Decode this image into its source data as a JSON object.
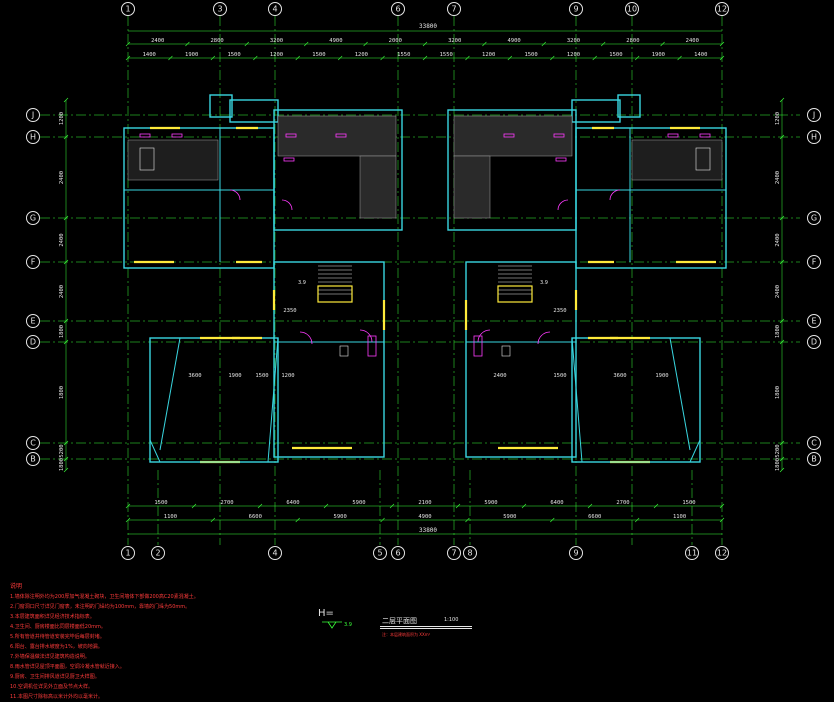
{
  "drawing": {
    "colors": {
      "background": "#000000",
      "axis_line": "#39ff39",
      "wall": "#39d6e0",
      "wall_inner": "#00bcd4",
      "window": "#ffeb3b",
      "door": "#ff3bff",
      "dimension": "#39ff39",
      "text": "#e6e6e6",
      "note": "#ff3b3b",
      "hatch": "#a0a0a0"
    },
    "overall_dimension": "33800",
    "axes_top": [
      "1",
      "3",
      "4",
      "6",
      "7",
      "9",
      "10",
      "12"
    ],
    "axes_bottom": [
      "1",
      "2",
      "4",
      "5",
      "6",
      "7",
      "8",
      "9",
      "11",
      "12"
    ],
    "axes_left": [
      "J",
      "H",
      "G",
      "F",
      "E",
      "D",
      "C",
      "B"
    ],
    "axes_right": [
      "J",
      "H",
      "G",
      "F",
      "E",
      "D",
      "C",
      "B"
    ],
    "dims_top_row1": [
      "2400",
      "2800",
      "3200",
      "4900",
      "2000",
      "3200",
      "4900",
      "3200",
      "2800",
      "2400"
    ],
    "dims_top_row2": [
      "1400",
      "1900",
      "1500",
      "1200",
      "1500",
      "1200",
      "1550",
      "1550",
      "1200",
      "1500",
      "1200",
      "1500",
      "1900",
      "1400"
    ],
    "dims_bottom_row1": [
      "1500",
      "2700",
      "6400",
      "5900",
      "2100",
      "5900",
      "6400",
      "2700",
      "1500"
    ],
    "dims_bottom_row2": [
      "1100",
      "6600",
      "5900",
      "4900",
      "5900",
      "6600",
      "1100"
    ],
    "dims_left": [
      "1200",
      "2400",
      "2400",
      "2400",
      "1800",
      "1800",
      "5200",
      "1800"
    ],
    "dims_right": [
      "1200",
      "2400",
      "2400",
      "2400",
      "1800",
      "1800",
      "5200",
      "1800"
    ],
    "room_dims": [
      "3600",
      "1900",
      "1500",
      "1200",
      "2350",
      "2400",
      "3600",
      "1900",
      "1500",
      "2350"
    ],
    "stair_level": "3.9"
  },
  "notes": {
    "title": "说明",
    "items": [
      "1.墙体除注明外均为200厚加气混凝土砌块，卫生间墙体下部做200高C20素混凝土。",
      "2.门窗洞口尺寸详见门窗表，未注明的门垛均为100mm，靠墙的门垛为50mm。",
      "3.本层建筑面积详见经济技术指标表。",
      "4.卫生间、厨房楼面比同层楼面低20mm。",
      "5.所有管道井待管道安装完毕后每层封堵。",
      "6.阳台、露台排水坡度为1%，坡向地漏。",
      "7.外墙保温做法详见建筑构造说明。",
      "8.雨水管详见屋顶平面图，空调冷凝水管就近接入。",
      "9.厨房、卫生间排风道详见厨卫大样图。",
      "10.空调机位详见外立面及节点大样。",
      "11.本图尺寸除标高以米计外均以毫米计。"
    ]
  },
  "title_block": {
    "h_label": "H=",
    "h_value": "3.9",
    "plan_title": "二层平面图",
    "scale": "1:100",
    "note": "注：本层建筑面积为 XXm²"
  }
}
